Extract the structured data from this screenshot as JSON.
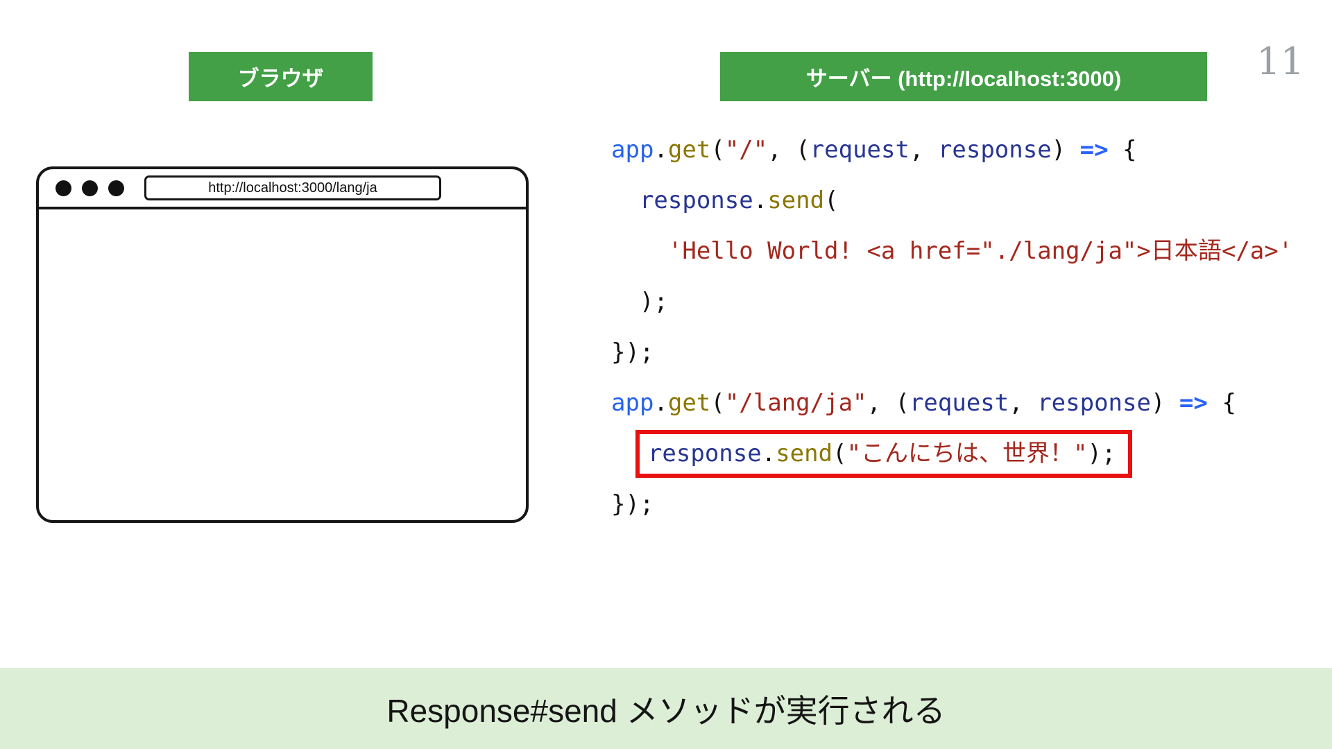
{
  "page_number": "11",
  "labels": {
    "browser": "ブラウザ",
    "server": "サーバー (http://localhost:3000)"
  },
  "browser_window": {
    "url": "http://localhost:3000/lang/ja"
  },
  "code": {
    "lines": [
      {
        "indent": "",
        "tokens": [
          {
            "t": "app",
            "c": "blue"
          },
          {
            "t": ".",
            "c": "plain"
          },
          {
            "t": "get",
            "c": "olive"
          },
          {
            "t": "(",
            "c": "plain"
          },
          {
            "t": "\"/\"",
            "c": "string"
          },
          {
            "t": ", (",
            "c": "plain"
          },
          {
            "t": "request",
            "c": "navy"
          },
          {
            "t": ", ",
            "c": "plain"
          },
          {
            "t": "response",
            "c": "navy"
          },
          {
            "t": ") ",
            "c": "plain"
          },
          {
            "t": "=>",
            "c": "arrow"
          },
          {
            "t": " {",
            "c": "plain"
          }
        ]
      },
      {
        "indent": "  ",
        "tokens": [
          {
            "t": "response",
            "c": "navy"
          },
          {
            "t": ".",
            "c": "plain"
          },
          {
            "t": "send",
            "c": "olive"
          },
          {
            "t": "(",
            "c": "plain"
          }
        ]
      },
      {
        "indent": "    ",
        "tokens": [
          {
            "t": "'Hello World! <a href=\"./lang/ja\">日本語</a>'",
            "c": "string"
          }
        ]
      },
      {
        "indent": "  ",
        "tokens": [
          {
            "t": ");",
            "c": "plain"
          }
        ]
      },
      {
        "indent": "",
        "tokens": [
          {
            "t": "});",
            "c": "plain"
          }
        ]
      },
      {
        "indent": "",
        "tokens": [
          {
            "t": "app",
            "c": "blue"
          },
          {
            "t": ".",
            "c": "plain"
          },
          {
            "t": "get",
            "c": "olive"
          },
          {
            "t": "(",
            "c": "plain"
          },
          {
            "t": "\"/lang/ja\"",
            "c": "string"
          },
          {
            "t": ", (",
            "c": "plain"
          },
          {
            "t": "request",
            "c": "navy"
          },
          {
            "t": ", ",
            "c": "plain"
          },
          {
            "t": "response",
            "c": "navy"
          },
          {
            "t": ") ",
            "c": "plain"
          },
          {
            "t": "=>",
            "c": "arrow"
          },
          {
            "t": " {",
            "c": "plain"
          }
        ]
      },
      {
        "indent": "  ",
        "highlight": true,
        "tokens": [
          {
            "t": "response",
            "c": "navy"
          },
          {
            "t": ".",
            "c": "plain"
          },
          {
            "t": "send",
            "c": "olive"
          },
          {
            "t": "(",
            "c": "plain"
          },
          {
            "t": "\"こんにちは、世界！\"",
            "c": "string"
          },
          {
            "t": ");",
            "c": "plain"
          }
        ]
      },
      {
        "indent": "",
        "tokens": [
          {
            "t": "});",
            "c": "plain"
          }
        ]
      }
    ]
  },
  "footer": {
    "text": "Response#send メソッドが実行される"
  },
  "colors": {
    "badge_green": "#43a047",
    "footer_bg": "#ddeed6",
    "highlight_red": "#e81010",
    "page_number_gray": "#9aa0a6",
    "token_blue": "#2563eb",
    "token_navy": "#283593",
    "token_olive": "#8a7600",
    "token_string": "#a3281e",
    "token_arrow": "#2962ff",
    "token_plain": "#111111"
  }
}
